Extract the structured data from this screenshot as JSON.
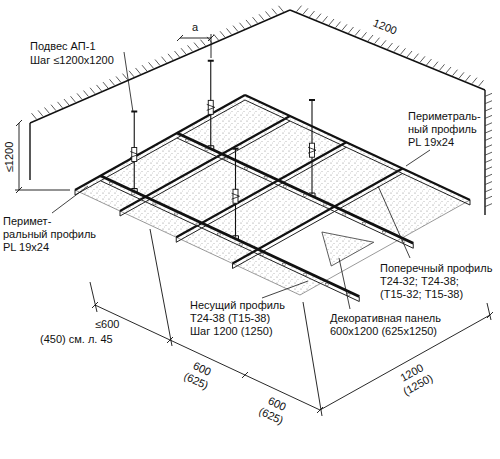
{
  "diagram": {
    "labels": [
      "Подвес АП-1",
      "Шаг ≤1200х1200",
      "a",
      "1200",
      "≤1200",
      "Периметраль-",
      "ный профиль",
      "PL 19х24",
      "Перимет-",
      "ральный профиль",
      "PL 19х24",
      "≤600",
      "(450) см. л. 45",
      "Поперечный профиль",
      "Т24-32; Т24-38;",
      "(Т15-32; Т15-38)",
      "Несущий профиль",
      "Т24-38 (Т15-38)",
      "Шаг 1200 (1250)",
      "Декоративная панель",
      "600х1200 (625х1250)",
      "600",
      "(625)",
      "600",
      "(625)",
      "1200",
      "(1250)"
    ]
  }
}
